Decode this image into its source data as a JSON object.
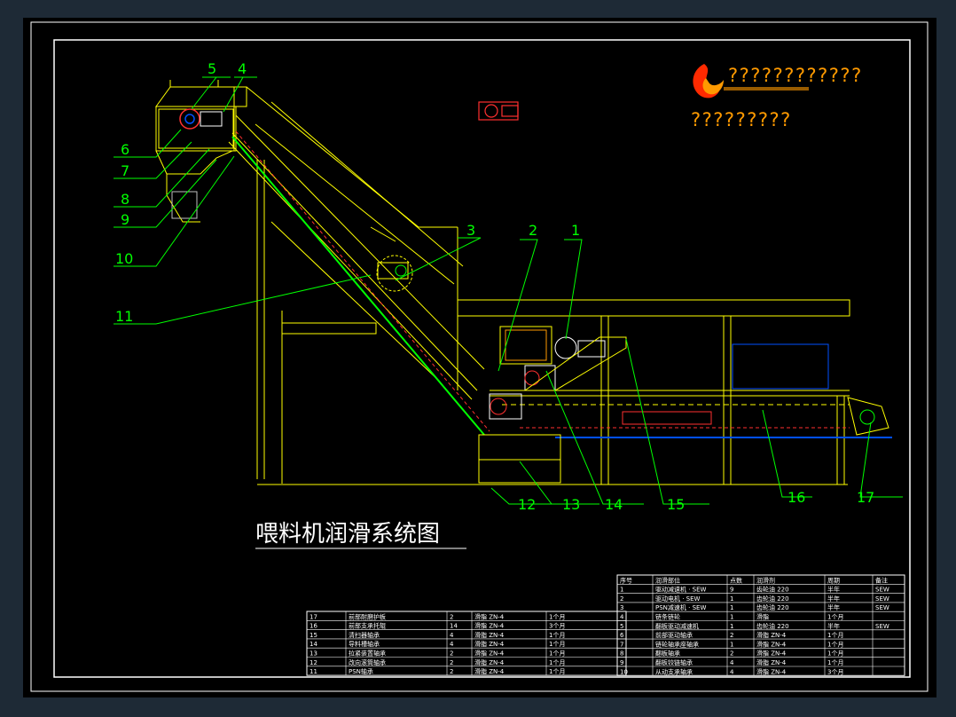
{
  "drawing": {
    "title": "喂料机润滑系统图",
    "logo_line1": "????????????",
    "logo_line2": "?????????"
  },
  "callouts": [
    "1",
    "2",
    "3",
    "4",
    "5",
    "6",
    "7",
    "8",
    "9",
    "10",
    "11",
    "12",
    "13",
    "14",
    "15",
    "16",
    "17"
  ],
  "colors": {
    "background": "#000000",
    "frame": "#ffffff",
    "structure": "#ffff00",
    "leader": "#00ff00",
    "lube_line": "#ff3030",
    "accent": "#0050ff",
    "logo": "#ff6a00"
  },
  "table_left": {
    "rows": [
      [
        "17",
        "前部耐磨护板",
        "2",
        "滑脂 ZN-4",
        "1个月"
      ],
      [
        "16",
        "前部支承托辊",
        "14",
        "滑脂 ZN-4",
        "3个月"
      ],
      [
        "15",
        "清扫器轴承",
        "4",
        "滑脂 ZN-4",
        "1个月"
      ],
      [
        "14",
        "导料槽轴承",
        "4",
        "滑脂 ZN-4",
        "1个月"
      ],
      [
        "13",
        "拉紧装置轴承",
        "2",
        "滑脂 ZN-4",
        "1个月"
      ],
      [
        "12",
        "改向滚筒轴承",
        "2",
        "滑脂 ZN-4",
        "1个月"
      ],
      [
        "11",
        "PSN轴承",
        "2",
        "滑脂 ZN-4",
        "1个月"
      ]
    ]
  },
  "table_right": {
    "header": [
      "序号",
      "润滑部位",
      "点数",
      "润滑剂",
      "周期",
      "备注"
    ],
    "rows": [
      [
        "1",
        "驱动减速机 · SEW",
        "9",
        "齿轮油 220",
        "半年",
        "SEW"
      ],
      [
        "2",
        "驱动电机 · SEW",
        "1",
        "齿轮油 220",
        "半年",
        "SEW"
      ],
      [
        "3",
        "PSN减速机 · SEW",
        "1",
        "齿轮油 220",
        "半年",
        "SEW"
      ],
      [
        "4",
        "链条链轮",
        "1",
        "滑脂",
        "1个月",
        ""
      ],
      [
        "5",
        "翻板驱动减速机",
        "1",
        "齿轮油 220",
        "半年",
        "SEW"
      ],
      [
        "6",
        "前部驱动轴承",
        "2",
        "滑脂 ZN-4",
        "1个月",
        ""
      ],
      [
        "7",
        "链轮轴承座轴承",
        "1",
        "滑脂 ZN-4",
        "1个月",
        ""
      ],
      [
        "8",
        "翻板轴承",
        "2",
        "滑脂 ZN-4",
        "1个月",
        ""
      ],
      [
        "9",
        "翻板铰链轴承",
        "4",
        "滑脂 ZN-4",
        "1个月",
        ""
      ],
      [
        "10",
        "从动支承轴承",
        "4",
        "滑脂 ZN-4",
        "3个月",
        ""
      ]
    ]
  }
}
